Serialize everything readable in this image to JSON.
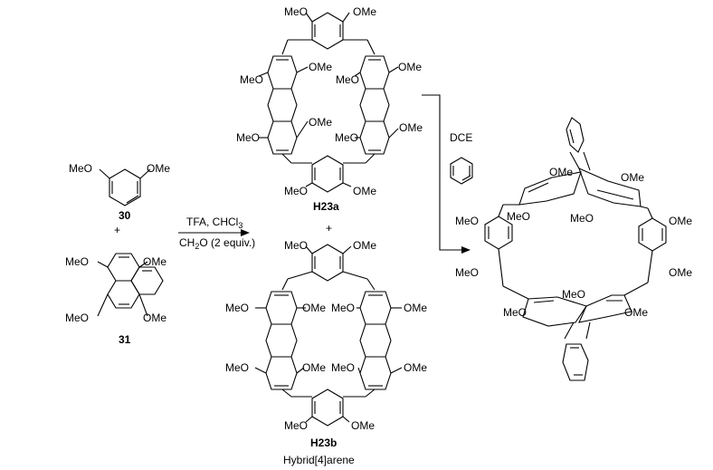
{
  "compounds": {
    "c30": {
      "id": "30",
      "meo": "MeO",
      "ome": "OMe"
    },
    "c31": {
      "id": "31",
      "meo": "MeO",
      "ome": "OMe"
    },
    "h23a": {
      "id": "H23a",
      "meo": "MeO",
      "ome": "OMe"
    },
    "h23b": {
      "id": "H23b",
      "name": "Hybrid[4]arene",
      "meo": "MeO",
      "ome": "OMe"
    },
    "product": {
      "meo": "MeO",
      "ome": "OMe"
    }
  },
  "plus": "+",
  "reaction": {
    "reagent_line1": "TFA, CHCl",
    "reagent_line1_sub": "3",
    "reagent_line2_pre": "CH",
    "reagent_line2_sub": "2",
    "reagent_line2_post": "O (2 equiv.)",
    "dce": "DCE"
  },
  "icons": {
    "arrow": "reaction-arrow-icon",
    "benzyne": "benzyne-icon"
  }
}
